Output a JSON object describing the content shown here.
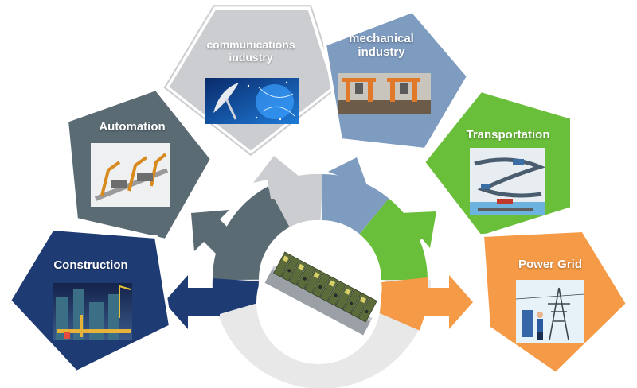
{
  "sectors": [
    {
      "id": "communications",
      "label": "communications industry",
      "color": "#cbcdd0",
      "picture": "satellite-dish-network"
    },
    {
      "id": "mechanical",
      "label": "mechanical industry",
      "color": "#7e9bc0",
      "picture": "robotic-assembly-line"
    },
    {
      "id": "automation",
      "label": "Automation",
      "color": "#5a6b73",
      "picture": "robot-arms-factory"
    },
    {
      "id": "transportation",
      "label": "Transportation",
      "color": "#6abf3a",
      "picture": "transport-routes-map"
    },
    {
      "id": "construction",
      "label": "Construction",
      "color": "#1f3b73",
      "picture": "building-construction-site"
    },
    {
      "id": "power_grid",
      "label": "Power Grid",
      "color": "#f59a46",
      "picture": "electrical-tower-worker"
    }
  ],
  "hub": {
    "picture": "din-rail-terminal-blocks",
    "ring_color": "#eaeaea"
  }
}
